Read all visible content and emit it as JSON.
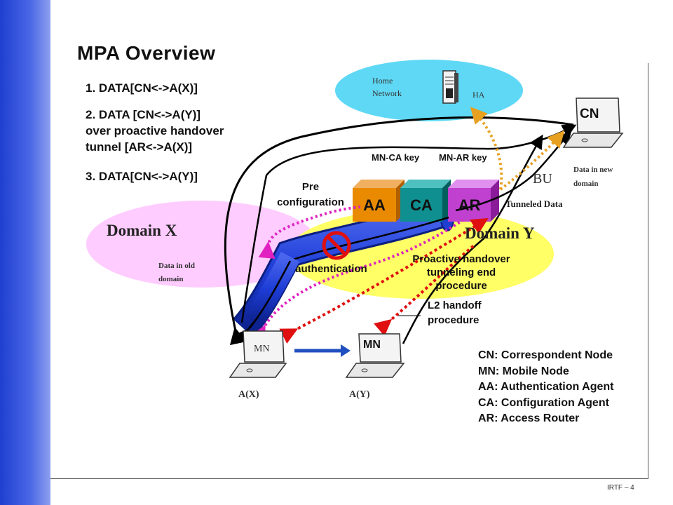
{
  "title": "MPA Overview",
  "steps": [
    {
      "text": "1.  DATA[CN<->A(X)]"
    },
    {
      "line1": "2. DATA [CN<->A(Y)]",
      "line2": "over proactive handover",
      "line3": "tunnel [AR<->A(X)]"
    },
    {
      "text": "3.  DATA[CN<->A(Y)]"
    }
  ],
  "home_network": {
    "line1": "Home",
    "line2": "Network",
    "ha": "HA"
  },
  "cn": {
    "label": "CN",
    "data_line1": "Data in new",
    "data_line2": "domain"
  },
  "keys": {
    "mn_ca": "MN-CA key",
    "mn_ar": "MN-AR key"
  },
  "agents": {
    "aa": "AA",
    "ca": "CA",
    "ar": "AR"
  },
  "bu": "BU",
  "tunneled_data": "Tunneled Data",
  "pre_config": {
    "line1": "Pre",
    "line2": "configuration"
  },
  "domain_x": {
    "label": "Domain X",
    "data_line1": "Data in old",
    "data_line2": "domain"
  },
  "domain_y": {
    "label": "Domain Y"
  },
  "pre_auth": "Pre-authentication",
  "proactive": {
    "line1": "Proactive handover",
    "line2": "tunneling end",
    "line3": "procedure"
  },
  "l2": {
    "line1": "L2 handoff",
    "line2": "procedure"
  },
  "mn_old": {
    "label": "MN",
    "addr": "A(X)"
  },
  "mn_new": {
    "label": "MN",
    "addr": "A(Y)"
  },
  "legend": [
    "CN: Correspondent Node",
    "MN: Mobile Node",
    "AA: Authentication Agent",
    "CA: Configuration Agent",
    "AR: Access Router"
  ],
  "footer": "IRTF  – 4",
  "colors": {
    "sidebar": "#2a46d6",
    "home_network": "#5fd8f5",
    "domain_x": "#ffccff",
    "domain_y": "#ffff66",
    "aa": "#e98a00",
    "ca": "#0f8f8f",
    "ar": "#c040d0",
    "tunnel": "#1f3fd0",
    "magenta_dotted": "#e020c0",
    "red_dotted": "#e01010",
    "orange_dotted": "#e8a020"
  }
}
